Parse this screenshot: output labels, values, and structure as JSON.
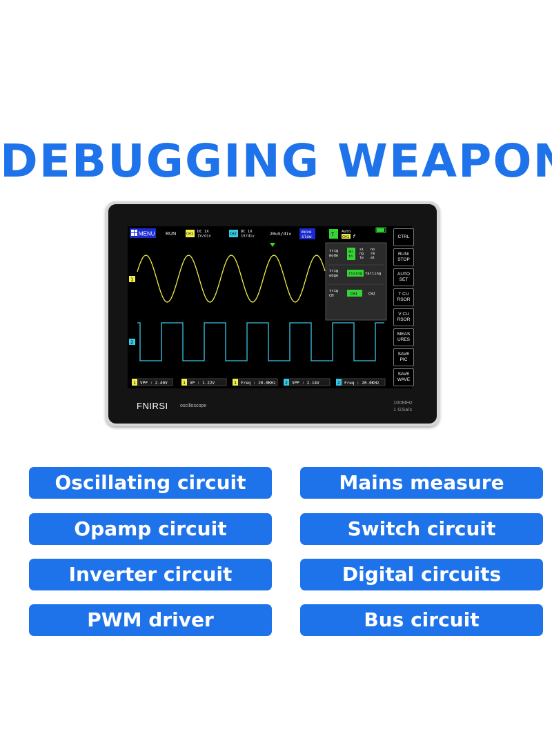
{
  "headline": "DEBUGGING WEAPON",
  "device": {
    "brand": "FNIRSI",
    "brand_sub": "oscilloscope",
    "spec_bandwidth": "100MHz",
    "spec_sample": "1  GSa/s"
  },
  "screen": {
    "menu_label": "MENU",
    "run_state": "RUN",
    "ch1_tag": "CH1",
    "ch1_coupling": "DC  1X",
    "ch1_scale": "1V/div",
    "ch2_tag": "CH2",
    "ch2_coupling": "DC  1X",
    "ch2_scale": "1V/div",
    "timebase": "20uS/div",
    "move_line1": "move",
    "move_line2": "slow",
    "trig_icon": "T",
    "trig_auto": "Auto",
    "trig_ch_tag": "CH1",
    "trig_f": "f",
    "trigger_menu": {
      "mode_label": "trig\nmode",
      "mode_options": [
        "au\nto",
        "si\nng\nle",
        "no\nrm\nal"
      ],
      "edge_label": "trig\nedge",
      "edge_options": [
        "rising",
        "falling"
      ],
      "ch_label": "trig\nCH",
      "ch_options": [
        "CH1",
        "CH2"
      ]
    },
    "ch1_marker": "1",
    "ch2_marker": "2",
    "measurements": [
      {
        "ch": "1",
        "text": "VPP : 2.40V"
      },
      {
        "ch": "1",
        "text": "VP  : 1.22V"
      },
      {
        "ch": "1",
        "text": "Freq : 20.0KHz"
      },
      {
        "ch": "2",
        "text": "VPP : 2.14V"
      },
      {
        "ch": "2",
        "text": "Freq : 20.0KHz"
      }
    ],
    "colors": {
      "ch1": "#f1ee4a",
      "ch2": "#36c8e6",
      "accent_green": "#35d335",
      "menu_blue": "#1b2ad1"
    }
  },
  "sidebar": [
    {
      "name": "ctrl",
      "label": "CTRL"
    },
    {
      "name": "run-stop",
      "label": "RUN/\nSTOP"
    },
    {
      "name": "auto-set",
      "label": "AUTO\nSET"
    },
    {
      "name": "t-cursor",
      "label": "T  CU\nRSOR"
    },
    {
      "name": "v-cursor",
      "label": "V  CU\nRSOR"
    },
    {
      "name": "measures",
      "label": "MEAS\nURES"
    },
    {
      "name": "save-pic",
      "label": "SAVE\nPIC"
    },
    {
      "name": "save-wave",
      "label": "SAVE\nWAVE"
    }
  ],
  "features": [
    "Oscillating circuit",
    "Mains measure",
    "Opamp circuit",
    "Switch circuit",
    "Inverter circuit",
    "Digital circuits",
    "PWM driver",
    "Bus circuit"
  ]
}
